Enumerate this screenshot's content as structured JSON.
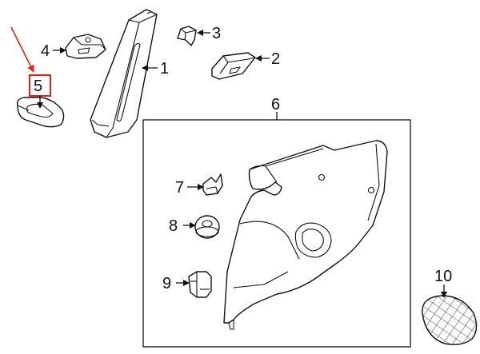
{
  "diagram": {
    "callouts": [
      {
        "id": "1",
        "label": "1"
      },
      {
        "id": "2",
        "label": "2"
      },
      {
        "id": "3",
        "label": "3"
      },
      {
        "id": "4",
        "label": "4"
      },
      {
        "id": "5",
        "label": "5"
      },
      {
        "id": "6",
        "label": "6"
      },
      {
        "id": "7",
        "label": "7"
      },
      {
        "id": "8",
        "label": "8"
      },
      {
        "id": "9",
        "label": "9"
      },
      {
        "id": "10",
        "label": "10"
      }
    ],
    "highlight": {
      "callout": "5",
      "color": "#e8201a"
    },
    "colors": {
      "line": "#111111",
      "background": "#ffffff",
      "accent": "#e8201a"
    }
  }
}
